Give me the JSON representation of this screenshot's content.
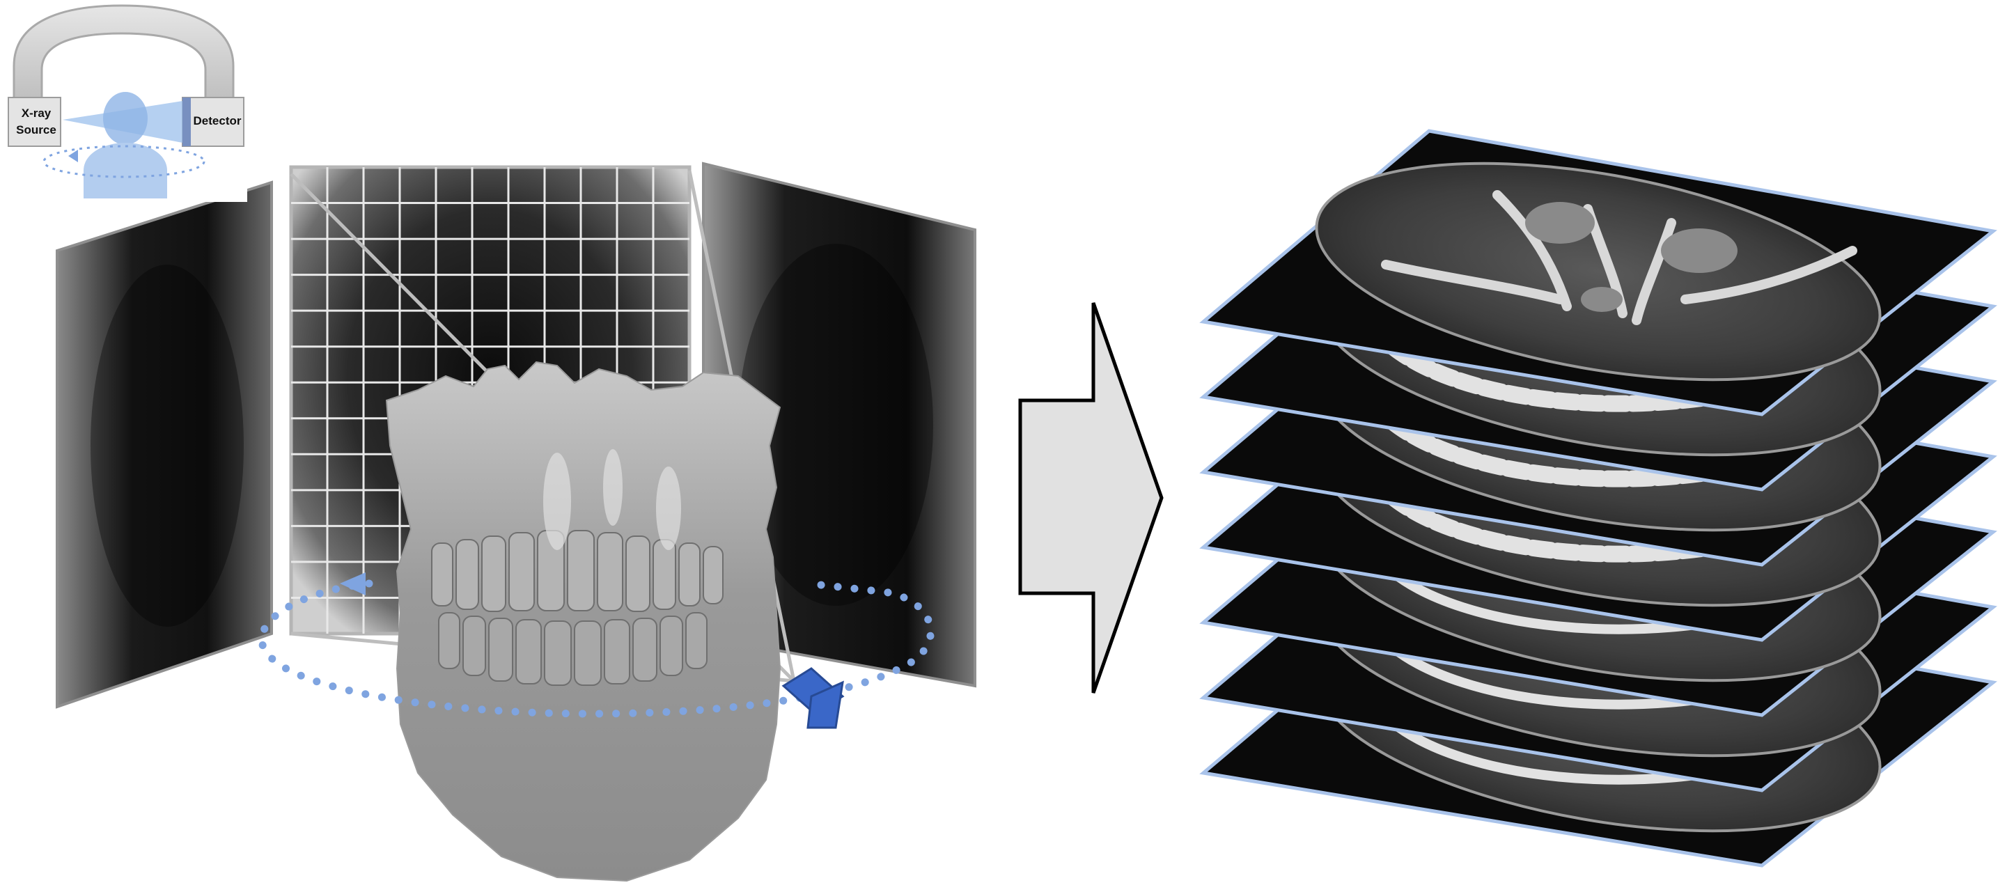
{
  "inset": {
    "source_label_line1": "X-ray",
    "source_label_line2": "Source",
    "detector_label": "Detector"
  },
  "slices": {
    "count": 7
  },
  "colors": {
    "background": "#ffffff",
    "orbit_dots": "#7fa4e0",
    "camera": "#3a67c8",
    "slice_border": "#a9c3ea",
    "gantry": "#d8d8d8",
    "beam": "#9cc0ec",
    "arrow_fill": "#e1e1e1",
    "arrow_stroke": "#000000"
  }
}
